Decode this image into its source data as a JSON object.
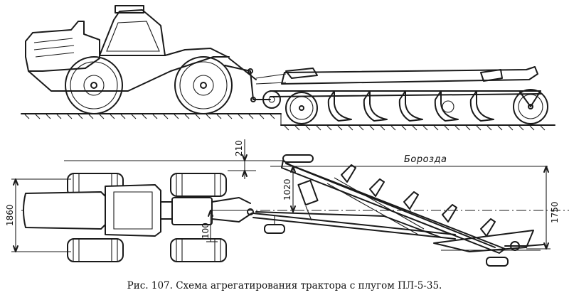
{
  "diagram": {
    "furrow_label": "Борозда",
    "dimensions": {
      "d210": "210",
      "d1020": "1020",
      "d1860": "1860",
      "d100": "100",
      "d1750": "1750"
    }
  },
  "caption": "Рис. 107. Схема агрегатирования трактора с плугом ПЛ-5-35."
}
